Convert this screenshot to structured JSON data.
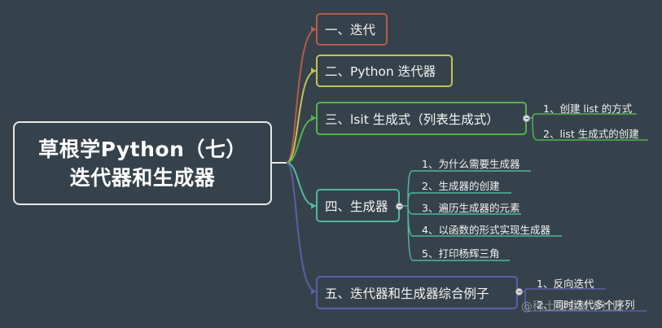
{
  "central": {
    "line1": "草根学Python（七）",
    "line2": "迭代器和生成器"
  },
  "branches": [
    {
      "label": "一、迭代",
      "color": "#b9594e",
      "children": []
    },
    {
      "label": "二、Python 迭代器",
      "color": "#c2c254",
      "children": []
    },
    {
      "label": "三、lsit 生成式（列表生成式）",
      "color": "#55b24e",
      "children": [
        "1、创建 list 的方式",
        "2、list 生成式的创建"
      ]
    },
    {
      "label": "四、生成器",
      "color": "#4fb89b",
      "children": [
        "1、为什么需要生成器",
        "2、生成器的创建",
        "3、遍历生成器的元素",
        "4、以函数的形式实现生成器",
        "5、打印杨辉三角"
      ]
    },
    {
      "label": "五、迭代器和生成器综合例子",
      "color": "#5c5ea8",
      "children": [
        "1、反向迭代",
        "2、同时迭代多个序列"
      ]
    }
  ],
  "watermark": "@稀土掘金技术社区"
}
